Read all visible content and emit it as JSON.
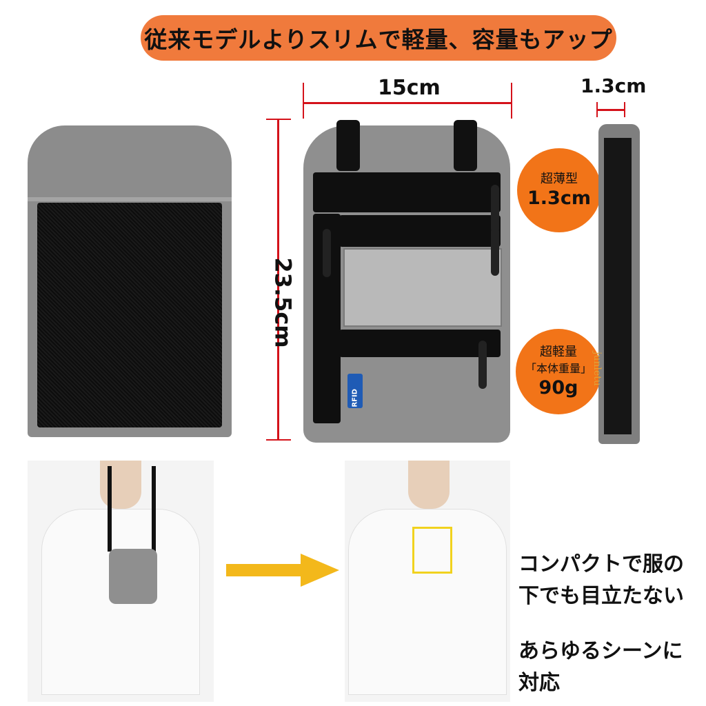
{
  "headline": "従来モデルよりスリムで軽量、容量もアップ",
  "dimensions": {
    "width": "15cm",
    "height": "23.5cm",
    "depth": "1.3cm"
  },
  "badges": {
    "thin": {
      "label": "超薄型",
      "value": "1.3cm"
    },
    "light": {
      "label": "超軽量",
      "sub": "「本体重量」",
      "value": "90g"
    }
  },
  "product": {
    "brand_text": "junletu",
    "rfid_text": "RFID"
  },
  "captions": {
    "compact_line1": "コンパクトで服の",
    "compact_line2": "下でも目立たない",
    "scenes_line1": "あらゆるシーンに",
    "scenes_line2": "対応"
  },
  "colors": {
    "banner": "#f07a3c",
    "badge": "#f27418",
    "dimension_line": "#d4121a",
    "arrow": "#f3b81b",
    "highlight_box": "#f1d21e"
  }
}
